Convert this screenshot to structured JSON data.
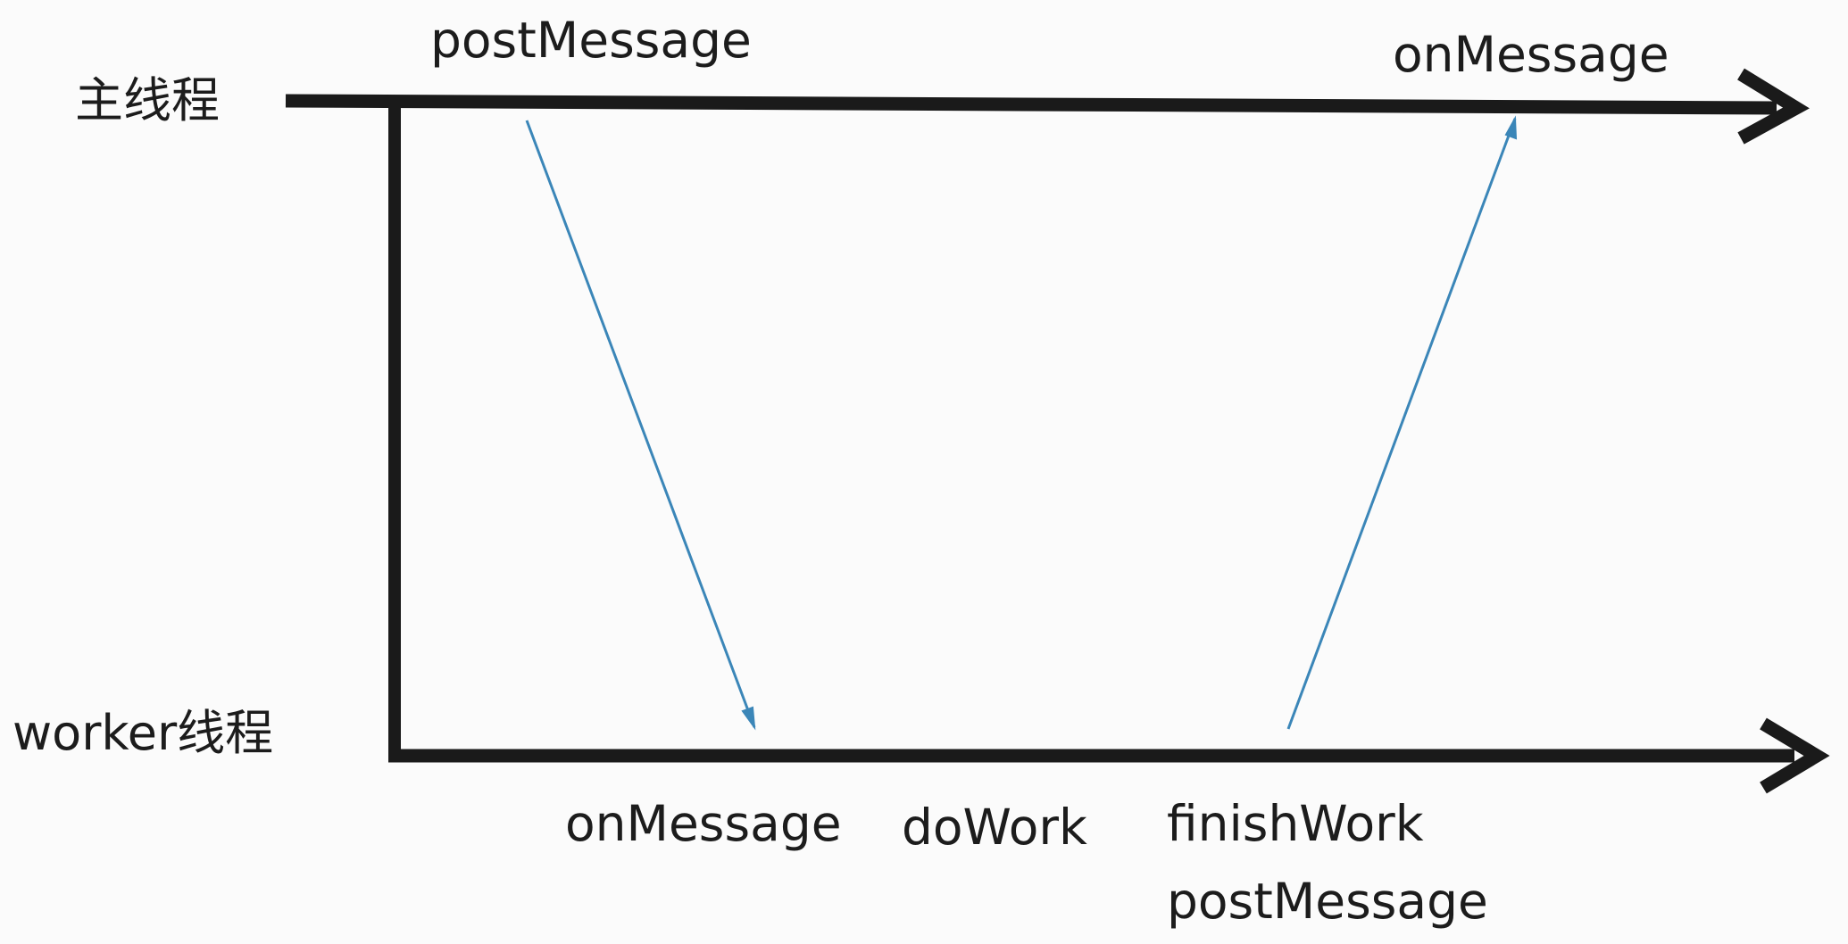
{
  "lanes": {
    "main": {
      "label": "主线程"
    },
    "worker": {
      "label": "worker线程"
    }
  },
  "events": {
    "main_post": "postMessage",
    "main_on": "onMessage",
    "worker_on": "onMessage",
    "worker_do": "doWork",
    "worker_finish": "finishWork",
    "worker_post": "postMessage"
  },
  "colors": {
    "lane_line": "#1a1a1a",
    "message_arrow": "#3b86b8",
    "background": "#fbfbfb"
  }
}
